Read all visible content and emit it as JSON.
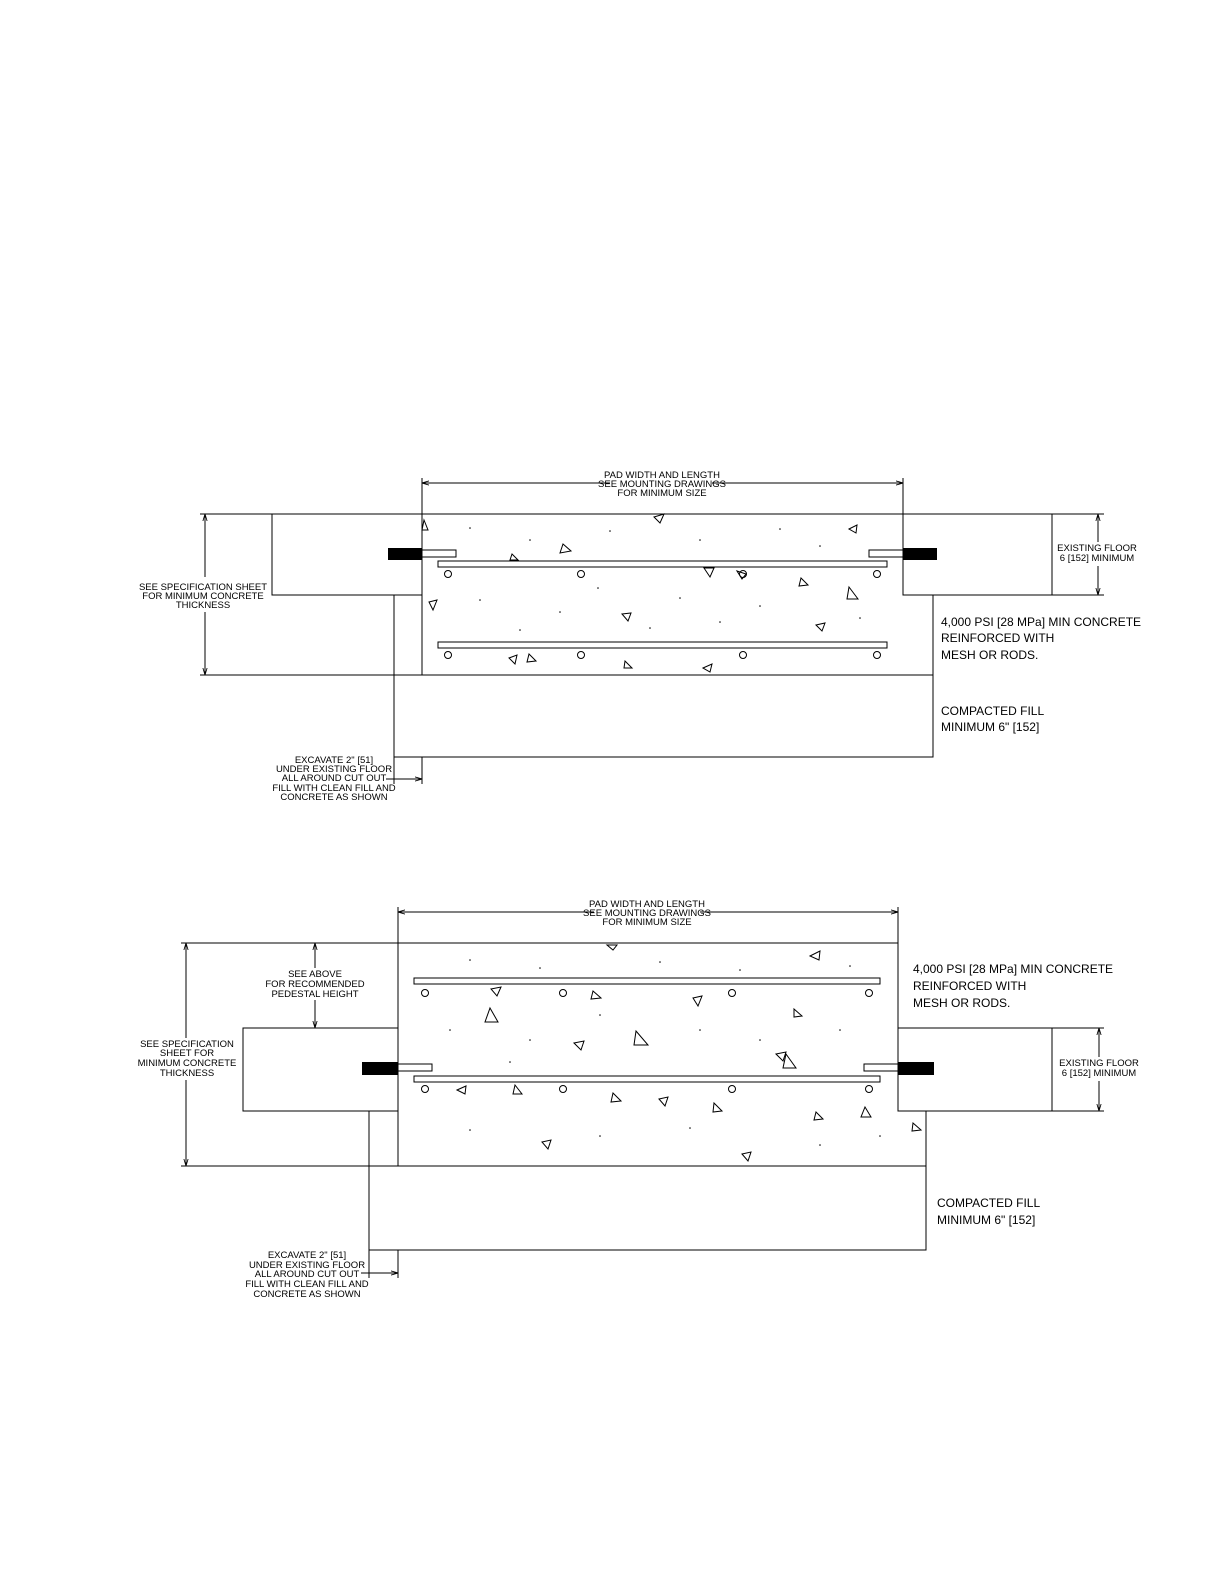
{
  "details": [
    {
      "id": "flush",
      "pad_dimension": [
        "PAD WIDTH AND LENGTH",
        "SEE MOUNTING DRAWINGS",
        "FOR MINIMUM SIZE"
      ],
      "thickness_note": [
        "SEE SPECIFICATION SHEET",
        "FOR MINIMUM CONCRETE",
        "THICKNESS"
      ],
      "concrete_note": [
        "4,000 PSI [28 MPa] MIN CONCRETE",
        "REINFORCED WITH",
        "MESH OR RODS."
      ],
      "floor_note": [
        "EXISTING FLOOR",
        "6 [152] MINIMUM"
      ],
      "fill_note": [
        "COMPACTED FILL",
        "MINIMUM 6\" [152]"
      ],
      "excavate_note": [
        "EXCAVATE 2\" [51]",
        "UNDER EXISTING FLOOR",
        "ALL AROUND CUT OUT",
        "FILL WITH CLEAN FILL AND",
        "CONCRETE AS SHOWN"
      ]
    },
    {
      "id": "pedestal",
      "pad_dimension": [
        "PAD WIDTH AND LENGTH",
        "SEE MOUNTING DRAWINGS",
        "FOR MINIMUM SIZE"
      ],
      "pedestal_note": [
        "SEE ABOVE",
        "FOR RECOMMENDED",
        "PEDESTAL HEIGHT"
      ],
      "thickness_note": [
        "SEE SPECIFICATION",
        "SHEET FOR",
        "MINIMUM CONCRETE",
        "THICKNESS"
      ],
      "concrete_note": [
        "4,000 PSI [28 MPa] MIN CONCRETE",
        "REINFORCED WITH",
        "MESH OR RODS."
      ],
      "floor_note": [
        "EXISTING FLOOR",
        "6 [152] MINIMUM"
      ],
      "fill_note": [
        "COMPACTED FILL",
        "MINIMUM 6\" [152]"
      ],
      "excavate_note": [
        "EXCAVATE 2\" [51]",
        "UNDER EXISTING FLOOR",
        "ALL AROUND CUT OUT",
        "FILL WITH CLEAN FILL AND",
        "CONCRETE AS SHOWN"
      ]
    }
  ],
  "colors": {
    "line": "#000000",
    "background": "#ffffff"
  }
}
